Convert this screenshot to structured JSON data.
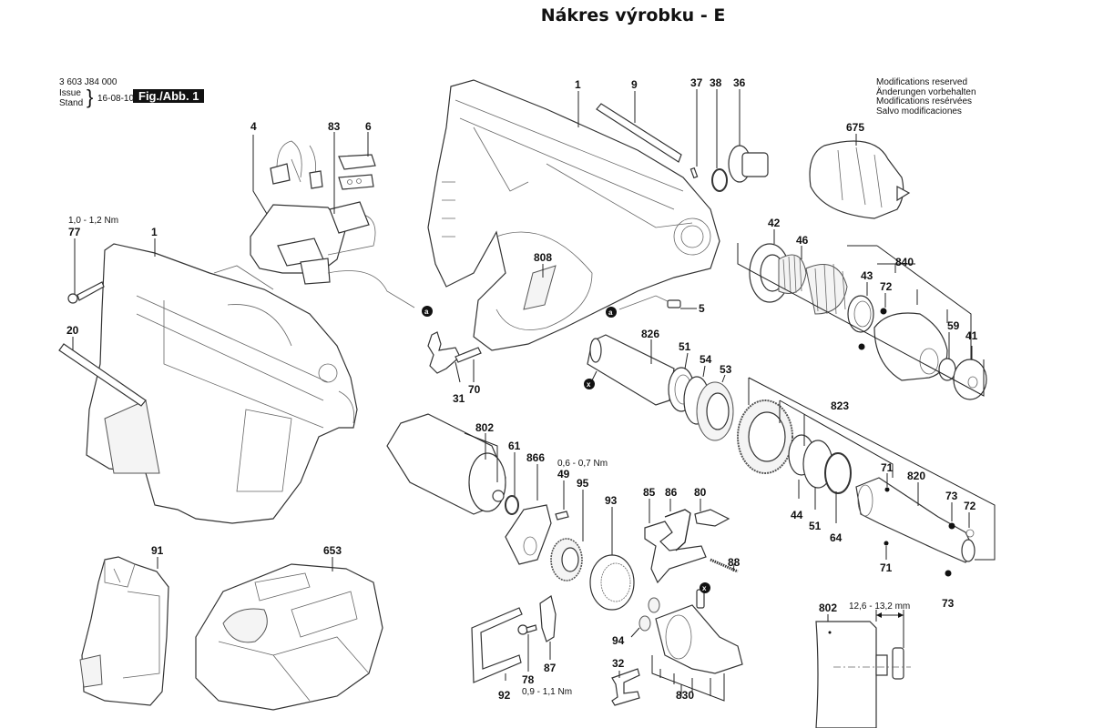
{
  "page_title": "Nákres výrobku - E",
  "drawing_header": {
    "part_number": "3 603 J84 000",
    "issue_label": "Issue",
    "stand_label": "Stand",
    "date": "16-08-10",
    "figure_label": "Fig./Abb. 1"
  },
  "modifications_notice": [
    "Modifications reserved",
    "Änderungen vorbehalten",
    "Modifications resérvées",
    "Salvo modificaciones"
  ],
  "reference_markers": {
    "a": "a",
    "x": "x"
  },
  "part_labels": [
    {
      "id": "77",
      "name": "screw",
      "torque": "1,0 - 1,2 Nm"
    },
    {
      "id": "1",
      "name": "housing-left"
    },
    {
      "id": "20",
      "name": "nameplate-strip"
    },
    {
      "id": "4",
      "name": "switch"
    },
    {
      "id": "83",
      "name": "electronics-module"
    },
    {
      "id": "6",
      "name": "indicator-button"
    },
    {
      "id": "1",
      "name": "housing-right"
    },
    {
      "id": "9",
      "name": "housing-strip"
    },
    {
      "id": "37",
      "name": "pin"
    },
    {
      "id": "38",
      "name": "o-ring"
    },
    {
      "id": "36",
      "name": "spindle-bearing"
    },
    {
      "id": "675",
      "name": "keyless-chuck"
    },
    {
      "id": "808",
      "name": "label"
    },
    {
      "id": "5",
      "name": "led"
    },
    {
      "id": "31",
      "name": "lever"
    },
    {
      "id": "70",
      "name": "pin-70"
    },
    {
      "id": "42",
      "name": "washer"
    },
    {
      "id": "46",
      "name": "spring"
    },
    {
      "id": "43",
      "name": "ring-43"
    },
    {
      "id": "72",
      "name": "ball-72"
    },
    {
      "id": "840",
      "name": "chuck-assembly"
    },
    {
      "id": "59",
      "name": "ring-59"
    },
    {
      "id": "41",
      "name": "cap"
    },
    {
      "id": "826",
      "name": "tube"
    },
    {
      "id": "51",
      "name": "washer-51"
    },
    {
      "id": "54",
      "name": "ring-54"
    },
    {
      "id": "53",
      "name": "needle-bearing"
    },
    {
      "id": "823",
      "name": "gear-assembly"
    },
    {
      "id": "802",
      "name": "motor"
    },
    {
      "id": "61",
      "name": "o-ring-61"
    },
    {
      "id": "866",
      "name": "motor-flange"
    },
    {
      "id": "49",
      "name": "screw-49",
      "torque": "0,6 - 0,7 Nm"
    },
    {
      "id": "95",
      "name": "gear-95"
    },
    {
      "id": "93",
      "name": "ring-gear-93"
    },
    {
      "id": "85",
      "name": "switch-lever"
    },
    {
      "id": "86",
      "name": "spring-86"
    },
    {
      "id": "80",
      "name": "slider"
    },
    {
      "id": "88",
      "name": "spring-88"
    },
    {
      "id": "71",
      "name": "ball-71"
    },
    {
      "id": "820",
      "name": "spindle"
    },
    {
      "id": "73",
      "name": "ball-73"
    },
    {
      "id": "44",
      "name": "spring-44"
    },
    {
      "id": "64",
      "name": "ring-64"
    },
    {
      "id": "91",
      "name": "battery-pack"
    },
    {
      "id": "653",
      "name": "charger"
    },
    {
      "id": "92",
      "name": "plate"
    },
    {
      "id": "78",
      "name": "screw-78",
      "torque": "0,9 - 1,1 Nm"
    },
    {
      "id": "87",
      "name": "latch"
    },
    {
      "id": "94",
      "name": "planet-gear"
    },
    {
      "id": "32",
      "name": "clip"
    },
    {
      "id": "830",
      "name": "gearbox-assembly"
    }
  ],
  "motor_detail": {
    "label": "802",
    "dimension": "12,6 - 13,2 mm"
  }
}
